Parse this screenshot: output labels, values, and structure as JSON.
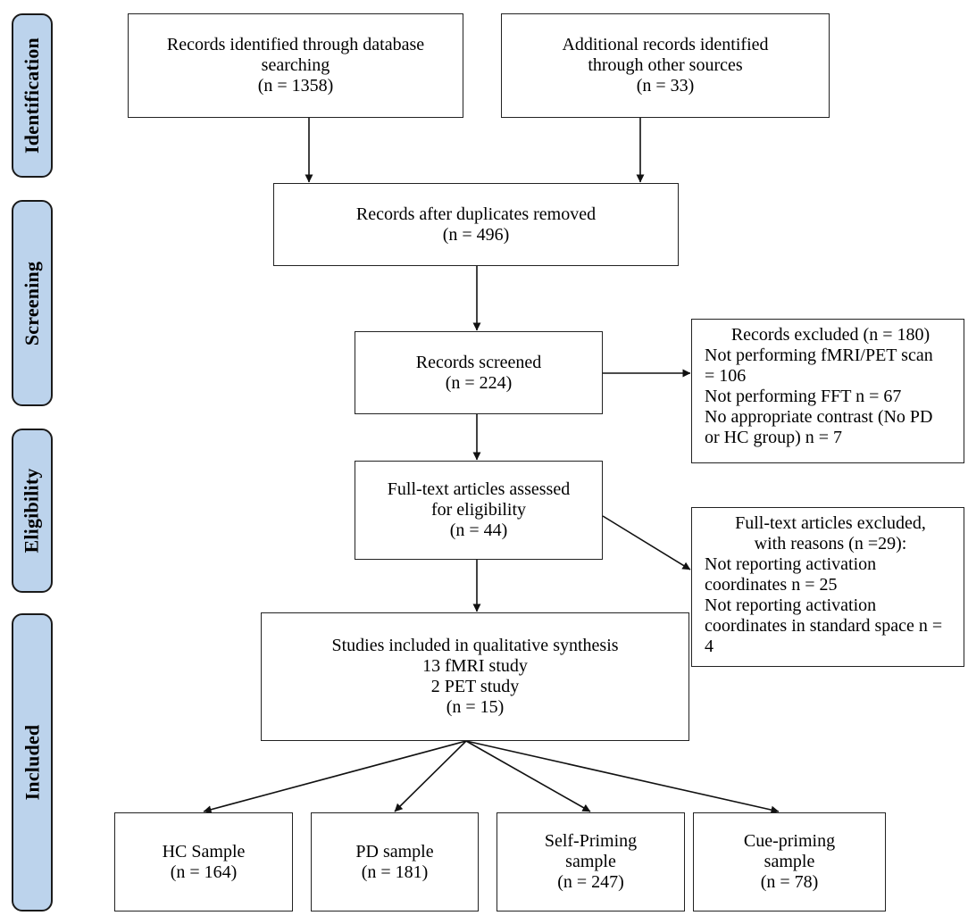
{
  "stages": {
    "identification": "Identification",
    "screening": "Screening",
    "eligibility": "Eligibility",
    "included": "Included"
  },
  "colors": {
    "stage_fill": "#bcd3ec",
    "stroke": "#1a1a1a"
  },
  "boxes": {
    "db_search": {
      "line1": "Records identified through database",
      "line2": "searching",
      "line3": "(n = 1358)"
    },
    "other_sources": {
      "line1": "Additional records identified",
      "line2": "through other sources",
      "line3": "(n = 33)"
    },
    "after_duplicates": {
      "line1": "Records after duplicates removed",
      "line2": "(n = 496)"
    },
    "screened": {
      "line1": "Records screened",
      "line2": "(n = 224)"
    },
    "excluded": {
      "line1": "Records excluded (n = 180)",
      "line2": "Not performing fMRI/PET scan",
      "line3": "= 106",
      "line4": "Not performing FFT n = 67",
      "line5": "No appropriate contrast (No PD",
      "line6": "or HC group) n = 7"
    },
    "fulltext": {
      "line1": "Full-text articles assessed",
      "line2": "for eligibility",
      "line3": "(n = 44)"
    },
    "fulltext_excluded": {
      "line1": "Full-text articles excluded,",
      "line2": "with reasons (n =29):",
      "line3": "Not reporting activation",
      "line4": "coordinates n = 25",
      "line5": "Not reporting activation",
      "line6": "coordinates in standard space n =",
      "line7": "4"
    },
    "included": {
      "line1": "Studies included in qualitative synthesis",
      "line2": "13 fMRI study",
      "line3": "2 PET study",
      "line4": "(n = 15)"
    },
    "hc": {
      "line1": "HC Sample",
      "line2": "(n = 164)"
    },
    "pd": {
      "line1": "PD sample",
      "line2": "(n = 181)"
    },
    "self_priming": {
      "line1": "Self-Priming",
      "line2": "sample",
      "line3": "(n = 247)"
    },
    "cue_priming": {
      "line1": "Cue-priming",
      "line2": "sample",
      "line3": "(n = 78)"
    }
  }
}
